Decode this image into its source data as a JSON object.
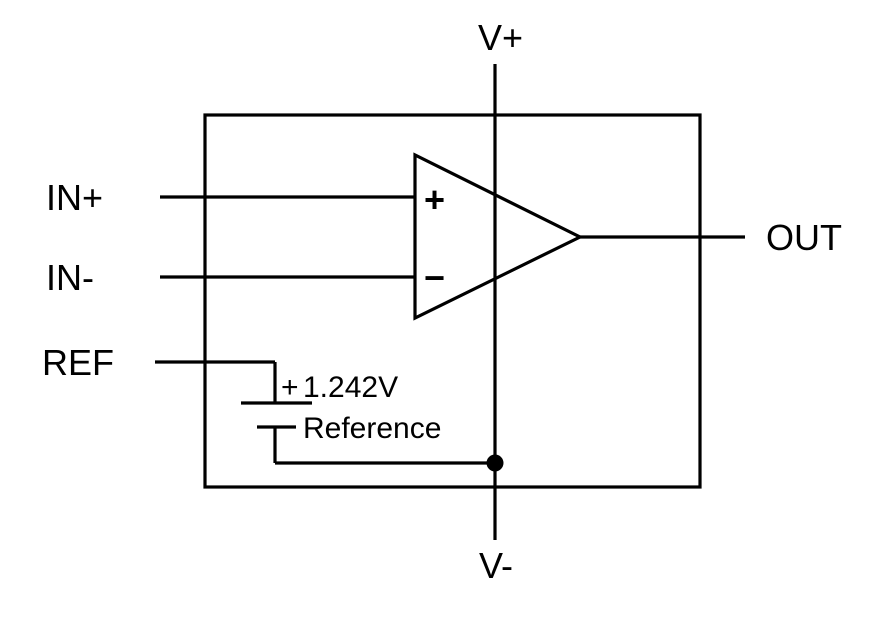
{
  "diagram": {
    "title": "comparator-with-internal-reference-block-diagram",
    "colors": {
      "line": "#000000",
      "background": "#ffffff"
    },
    "pins": {
      "v_plus": "V+",
      "v_minus": "V-",
      "in_plus": "IN+",
      "in_minus": "IN-",
      "ref": "REF",
      "out": "OUT"
    },
    "opamp": {
      "noninverting_sign": "+",
      "inverting_sign": "−"
    },
    "reference": {
      "polarity_sign": "+",
      "voltage": "1.242V",
      "name": "Reference"
    }
  }
}
